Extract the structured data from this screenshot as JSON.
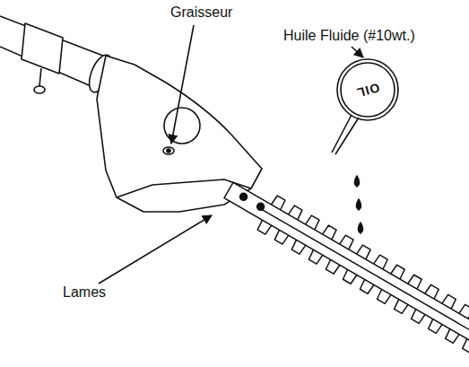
{
  "diagram": {
    "labels": [
      "Graisseur",
      "Huile Fluide (#10wt.)",
      "OIL",
      "Lames"
    ]
  }
}
